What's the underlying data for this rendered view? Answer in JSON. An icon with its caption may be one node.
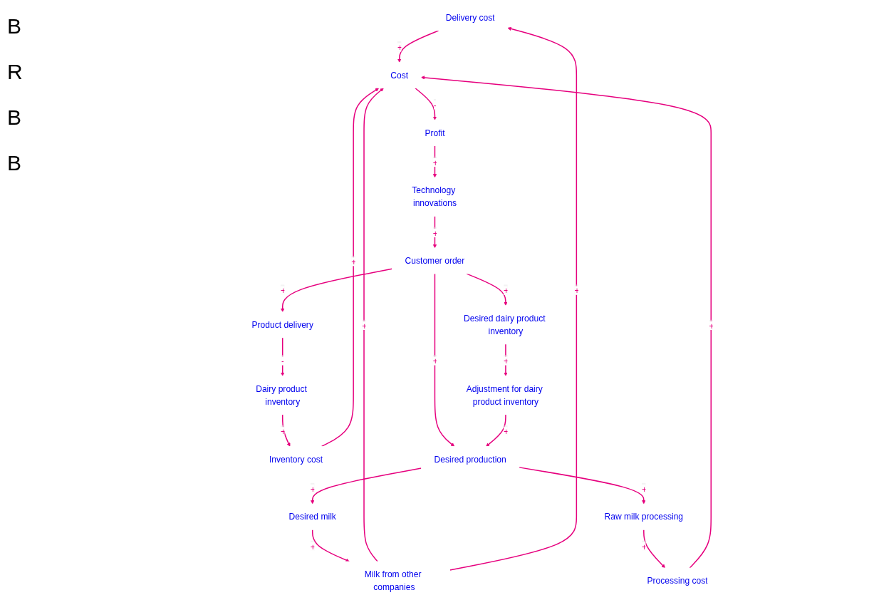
{
  "diagram": {
    "nodes": [
      {
        "text": [
          "Delivery cost"
        ]
      },
      {
        "text": [
          "Cost"
        ]
      },
      {
        "text": [
          "Profit"
        ]
      },
      {
        "text": [
          "Milk from other companies"
        ]
      },
      {
        "text": [
          "Processing cost"
        ]
      },
      {
        "text": [
          "Inventory cost"
        ]
      },
      {
        "text": [
          "Technology innovations"
        ]
      },
      {
        "text": [
          "Dairy product inventory"
        ]
      },
      {
        "text": [
          "Customer order"
        ]
      },
      {
        "text": [
          "Raw milk processing"
        ]
      },
      {
        "text": [
          "Product delivery"
        ]
      },
      {
        "text": [
          "Desired milk"
        ]
      },
      {
        "text": [
          "Desired dairy product inventory"
        ]
      },
      {
        "text": [
          "Adjustment for dairy product inventory"
        ]
      },
      {
        "text": [
          "Desired production"
        ]
      }
    ],
    "edges": [
      {
        "from": 0,
        "to": 1,
        "arrow": "to",
        "label": "+"
      },
      {
        "from": 3,
        "to": 1,
        "arrow": "to",
        "label": "+"
      },
      {
        "from": 4,
        "to": 1,
        "arrow": "to",
        "label": "+"
      },
      {
        "from": 5,
        "to": 1,
        "arrow": "to",
        "label": "+"
      },
      {
        "from": 1,
        "to": 2,
        "arrow": "to",
        "label": "-"
      },
      {
        "from": 2,
        "to": 6,
        "arrow": "to",
        "label": "+"
      },
      {
        "from": 6,
        "to": 8,
        "arrow": "to",
        "label": "+"
      },
      {
        "from": 8,
        "to": 10,
        "arrow": "to",
        "label": "+"
      },
      {
        "from": 8,
        "to": 12,
        "arrow": "to",
        "label": "+"
      },
      {
        "from": 8,
        "to": 14,
        "arrow": "to",
        "label": "+"
      },
      {
        "from": 12,
        "to": 13,
        "arrow": "to",
        "label": "+"
      },
      {
        "from": 13,
        "to": 14,
        "arrow": "to",
        "label": "+"
      },
      {
        "from": 14,
        "to": 11,
        "arrow": "to",
        "label": "+"
      },
      {
        "from": 11,
        "to": 3,
        "arrow": "to",
        "label": "+"
      },
      {
        "from": 3,
        "to": 0,
        "arrow": "to",
        "label": "+"
      },
      {
        "from": 14,
        "to": 9,
        "arrow": "to",
        "label": "+"
      },
      {
        "from": 9,
        "to": 4,
        "arrow": "to",
        "label": "+"
      },
      {
        "from": 10,
        "to": 7,
        "arrow": "to",
        "label": "-"
      },
      {
        "from": 7,
        "to": 5,
        "arrow": "to",
        "label": "+"
      }
    ],
    "labels": [
      "B",
      "R",
      "B",
      "B"
    ]
  }
}
